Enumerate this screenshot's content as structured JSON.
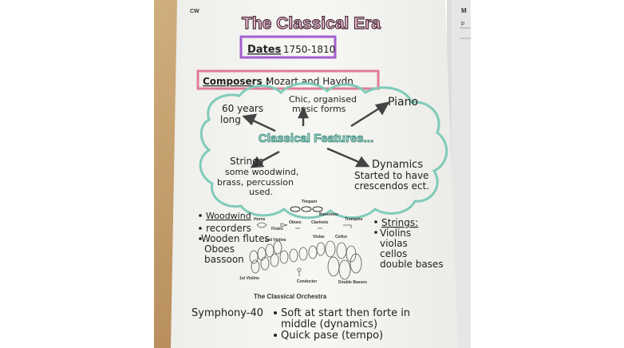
{
  "corner_mark": "CW",
  "edge_mark": "M",
  "edge_mark_small": "p",
  "title": "The Classical Era",
  "dates_label": "Dates",
  "dates_value": ": 1750-1810",
  "composers_label": "Composers :",
  "composers_value": "Mozart and Haydn",
  "cloud_title": "Classical Features...",
  "features": {
    "years_line1": "60 years",
    "years_line2": "long",
    "chic_line1": "Chic, organised",
    "chic_line2": "music forms",
    "piano": "Piano",
    "strings_line1": "Strings",
    "strings_line2": "some woodwind,",
    "strings_line3": "brass, percussion",
    "strings_line4": "used.",
    "dynamics_line1": "Dynamics",
    "dynamics_line2": "Started to have",
    "dynamics_line3": "crescendos ect."
  },
  "woodwind": {
    "heading": "Woodwind",
    "items": [
      "recorders",
      "Wooden flutes",
      "Oboes",
      "bassoon"
    ]
  },
  "strings": {
    "heading": "Strings:",
    "items": [
      "Violins",
      "violas",
      "cellos",
      "double bases"
    ]
  },
  "orchestra": {
    "timpani": "Timpani",
    "horns": "Horns",
    "bassoons": "Bassoons",
    "trumpets": "Trumpets",
    "oboes": "Oboes",
    "clarinets": "Clarinets",
    "flutes": "Flutes",
    "violas": "Violas",
    "cellos": "Cellos",
    "second_violins": "2nd Violins",
    "first_violins": "1st Violins",
    "conductor": "Conductor",
    "double_basses": "Double Basses",
    "caption": "The Classical Orchestra"
  },
  "bottom": {
    "symphony": "Symphony-40",
    "bullet1_line1": "Soft at start then forte in",
    "bullet1_line2": "middle (dynamics)",
    "bullet2": "Quick pase (tempo)"
  },
  "colors": {
    "background_left": "#c9a574",
    "background_right": "#d8d8d8",
    "paper": "#f4f4f1",
    "title_pink": "#d8469a",
    "dates_purple": "#9b4fc4",
    "composers_pink": "#e0708c",
    "cloud_teal": "#6fc4b3",
    "feature_teal": "#2f8f7f"
  }
}
